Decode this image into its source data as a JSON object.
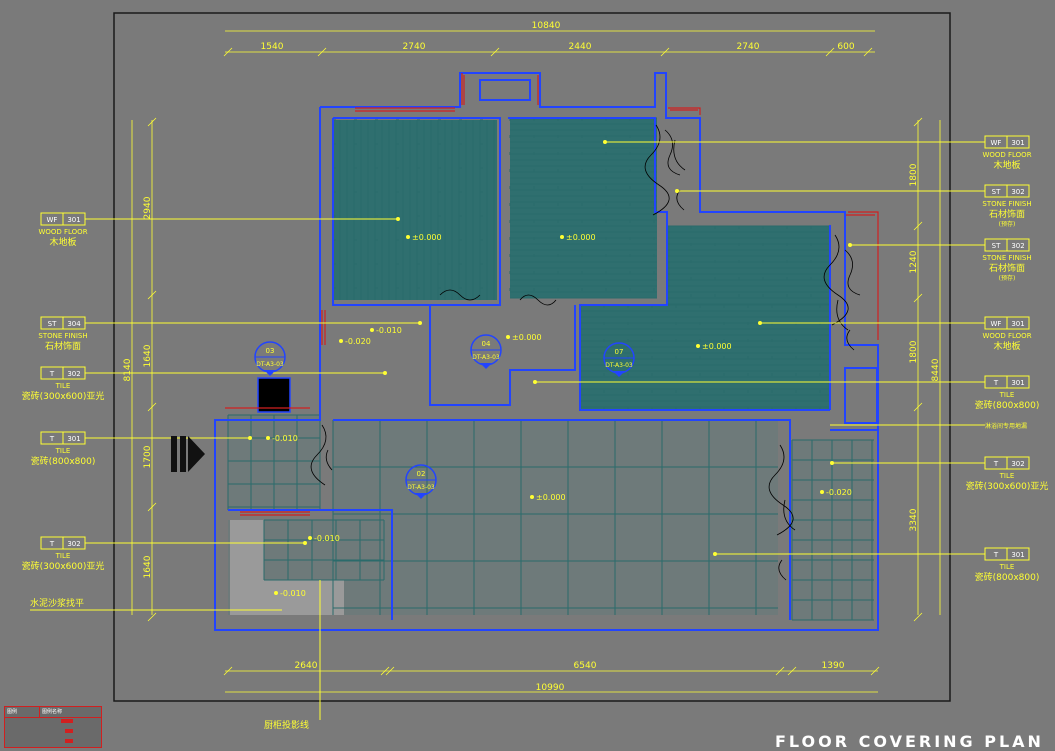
{
  "title": "FLOOR COVERING PLAN",
  "dims_top": [
    "1540",
    "2740",
    "2440",
    "2740",
    "600"
  ],
  "dim_top_total": "10840",
  "dims_bottom": [
    "2640",
    "6540",
    "1390"
  ],
  "dim_bottom_total": "10990",
  "dims_left": [
    "2940",
    "1640",
    "1700",
    "1640"
  ],
  "dim_left_total": "8140",
  "dims_right": [
    "1800",
    "1240",
    "1800",
    "3340"
  ],
  "dim_right_total": "8440",
  "level_labels": [
    "±0.000",
    "±0.000",
    "±0.000",
    "±0.000",
    "±0.000",
    "-0.010",
    "-0.020",
    "-0.010",
    "-0.010",
    "-0.020",
    "-0.010"
  ],
  "left_tags": [
    {
      "code": "WF",
      "num": "301",
      "en": "WOOD FLOOR",
      "cn": "木地板",
      "note": ""
    },
    {
      "code": "ST",
      "num": "304",
      "en": "STONE FINISH",
      "cn": "石材饰面",
      "note": ""
    },
    {
      "code": "T",
      "num": "302",
      "en": "TILE",
      "cn": "瓷砖(300x600)亚光",
      "note": ""
    },
    {
      "code": "T",
      "num": "301",
      "en": "TILE",
      "cn": "瓷砖(800x800)",
      "note": ""
    },
    {
      "code": "T",
      "num": "302",
      "en": "TILE",
      "cn": "瓷砖(300x600)亚光",
      "note": ""
    }
  ],
  "left_extra_label": "水泥沙浆找平",
  "bottom_label": "厨柜投影线",
  "right_tags": [
    {
      "code": "WF",
      "num": "301",
      "en": "WOOD FLOOR",
      "cn": "木地板",
      "note": ""
    },
    {
      "code": "ST",
      "num": "302",
      "en": "STONE FINISH",
      "cn": "石材饰面",
      "note": "(预存)"
    },
    {
      "code": "ST",
      "num": "302",
      "en": "STONE FINISH",
      "cn": "石材饰面",
      "note": "(预存)"
    },
    {
      "code": "WF",
      "num": "301",
      "en": "WOOD FLOOR",
      "cn": "木地板",
      "note": ""
    },
    {
      "code": "T",
      "num": "301",
      "en": "TILE",
      "cn": "瓷砖(800x800)",
      "note": ""
    },
    {
      "code": "T",
      "num": "302",
      "en": "TILE",
      "cn": "瓷砖(300x600)亚光",
      "note": ""
    },
    {
      "code": "T",
      "num": "301",
      "en": "TILE",
      "cn": "瓷砖(800x800)",
      "note": ""
    }
  ],
  "right_small_label": "淋浴间专用地漏",
  "section_marks": [
    {
      "top": "03",
      "bottom": "DT-A3-03"
    },
    {
      "top": "04",
      "bottom": "DT-A3-03"
    },
    {
      "top": "07",
      "bottom": "DT-A3-03"
    },
    {
      "top": "02",
      "bottom": "DT-A3-03"
    }
  ],
  "legend": {
    "col1": "图例",
    "col2": "图例名称"
  },
  "colors": {
    "background": "#7a7a7a",
    "wall": "#2244ff",
    "annotation": "#ffff33",
    "tile_grid": "#2a6b6b",
    "window": "#d02020"
  }
}
